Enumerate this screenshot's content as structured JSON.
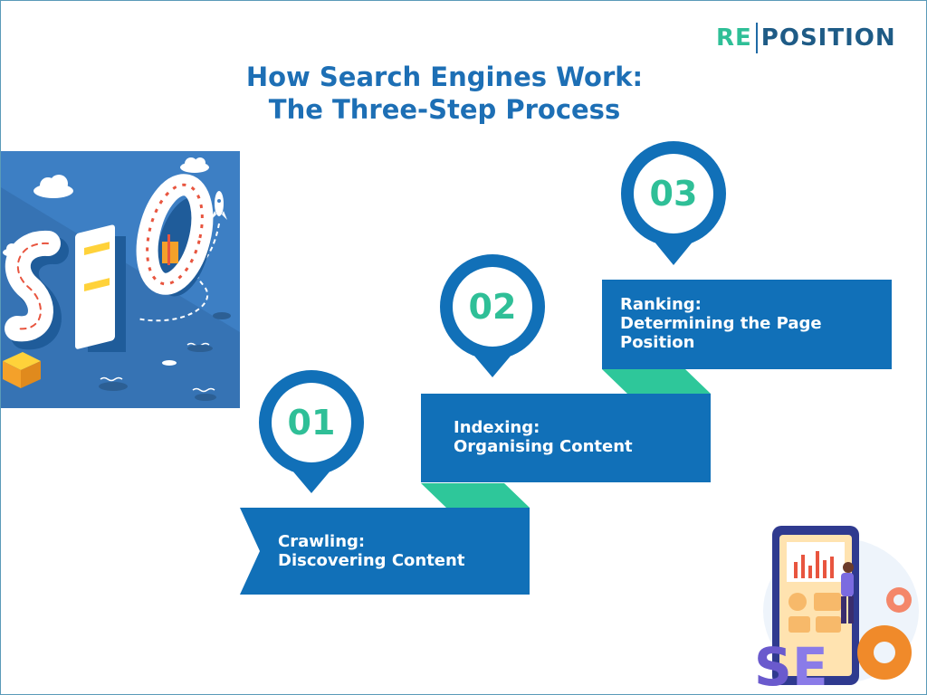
{
  "logo": {
    "left": "RE",
    "right": "POSITION"
  },
  "title": {
    "line1": "How Search Engines Work:",
    "line2": "The Three-Step Process"
  },
  "colors": {
    "blue": "#1170b8",
    "darkBlue": "#0d5fa0",
    "green": "#2ec79a",
    "title": "#1d6fb5"
  },
  "steps": [
    {
      "number": "01",
      "label1": "Crawling:",
      "label2": "Discovering Content"
    },
    {
      "number": "02",
      "label1": "Indexing:",
      "label2": "Organising Content"
    },
    {
      "number": "03",
      "label1": "Ranking:",
      "label2": "Determining the Page",
      "label3": "Position"
    }
  ],
  "illustrations": {
    "left": {
      "letters": "SEO",
      "icon": "seo-isometric-illustration"
    },
    "right": {
      "letters": "SEO",
      "icon": "seo-phone-gear-illustration"
    }
  }
}
